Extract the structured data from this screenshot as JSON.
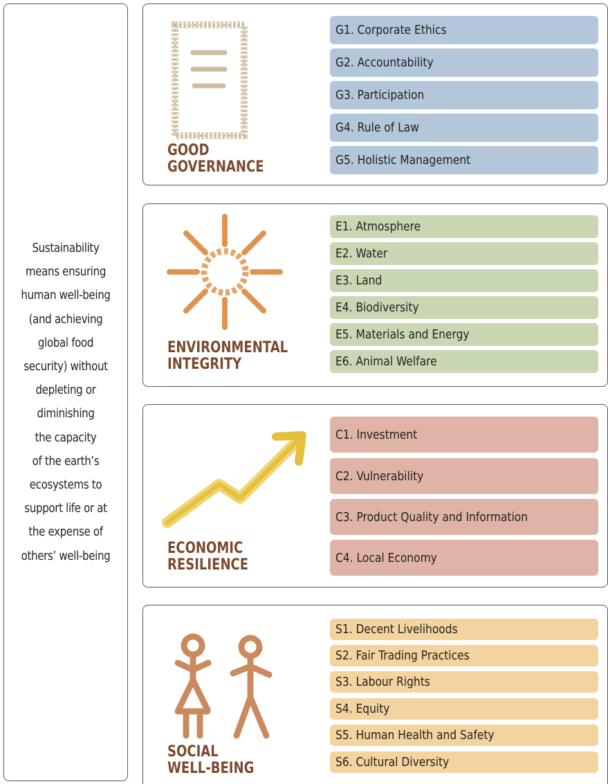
{
  "sidebar": {
    "text": "Sustainability\nmeans ensuring\nhuman well-being\n(and achieving\nglobal food\nsecurity) without\ndepleting or\ndiminishing\nthe capacity\nof the earth’s\necosystems to\nsupport life or at\nthe expense of\nothers’ well-being"
  },
  "colors": {
    "governance": "#b3c6da",
    "environment": "#c9d7b3",
    "economic": "#dfb4a6",
    "social": "#f3d39e",
    "title": "#7a4a2e"
  },
  "dimensions": [
    {
      "title": "GOOD\nGOVERNANCE",
      "icon": "document-icon",
      "items": [
        "G1. Corporate Ethics",
        "G2. Accountability",
        "G3. Participation",
        "G4. Rule of Law",
        "G5. Holistic Management"
      ]
    },
    {
      "title": "ENVIRONMENTAL\nINTEGRITY",
      "icon": "sun-icon",
      "items": [
        "E1. Atmosphere",
        "E2. Water",
        "E3. Land",
        "E4. Biodiversity",
        "E5. Materials and Energy",
        "E6. Animal Welfare"
      ]
    },
    {
      "title": "ECONOMIC\nRESILIENCE",
      "icon": "rising-arrow-icon",
      "items": [
        "C1. Investment",
        "C2. Vulnerability",
        "C3. Product Quality and Information",
        "C4. Local Economy"
      ]
    },
    {
      "title": "SOCIAL\nWELL-BEING",
      "icon": "people-icon",
      "items": [
        "S1. Decent Livelihoods",
        "S2. Fair Trading Practices",
        "S3. Labour Rights",
        "S4. Equity",
        "S5. Human Health and Safety",
        "S6. Cultural Diversity"
      ]
    }
  ]
}
